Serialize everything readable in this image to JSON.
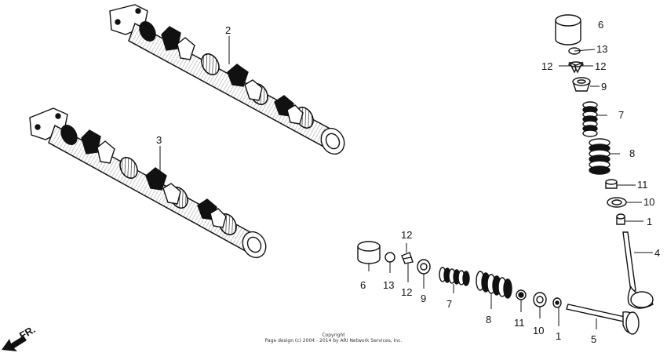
{
  "front_indicator": {
    "label": "FR."
  },
  "callouts": {
    "cam_upper": "2",
    "cam_lower": "3",
    "v_lifter": "6",
    "v_shim": "13",
    "v_cotter_left": "12",
    "v_cotter_right": "12",
    "v_retainer": "9",
    "v_inner_spring": "7",
    "v_outer_spring": "8",
    "v_seal": "11",
    "v_seat": "10",
    "v_guide_clip": "1",
    "v_valve": "4",
    "h_lifter": "6",
    "h_shim": "13",
    "h_cotter_top": "12",
    "h_cotter_bottom": "12",
    "h_retainer": "9",
    "h_inner_spring": "7",
    "h_outer_spring": "8",
    "h_seal": "11",
    "h_seat": "10",
    "h_guide_clip": "1",
    "h_valve": "5"
  },
  "copyright": {
    "line1": "Copyright",
    "line2": "Page design (c) 2004 - 2014 by ARI Network Services, Inc."
  },
  "colors": {
    "ink": "#111111",
    "paper": "#ffffff",
    "shade": "#9a9a9a"
  }
}
